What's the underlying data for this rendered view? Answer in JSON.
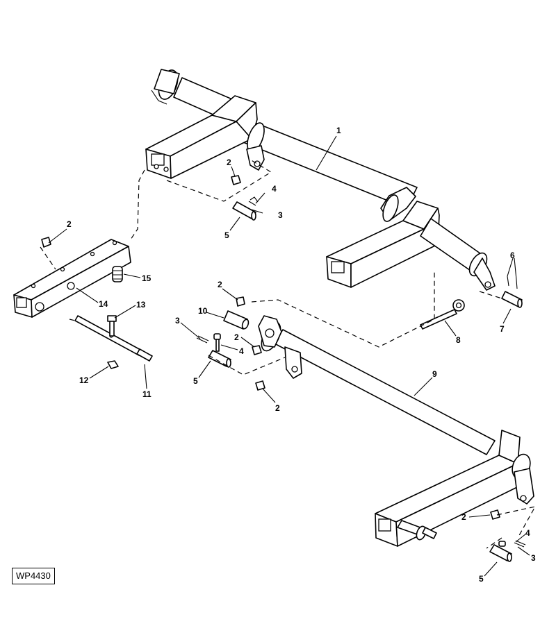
{
  "figure": {
    "reference_code": "WP4430"
  },
  "callouts": {
    "c1": "1",
    "c2a": "2",
    "c2b": "2",
    "c2c": "2",
    "c2d": "2",
    "c2e": "2",
    "c2f": "2",
    "c3a": "3",
    "c3b": "3",
    "c3c": "3",
    "c4a": "4",
    "c4b": "4",
    "c4c": "4",
    "c5a": "5",
    "c5b": "5",
    "c5c": "5",
    "c6": "6",
    "c7": "7",
    "c8": "8",
    "c9": "9",
    "c10": "10",
    "c11": "11",
    "c12": "12",
    "c13": "13",
    "c14": "14",
    "c15": "15"
  }
}
